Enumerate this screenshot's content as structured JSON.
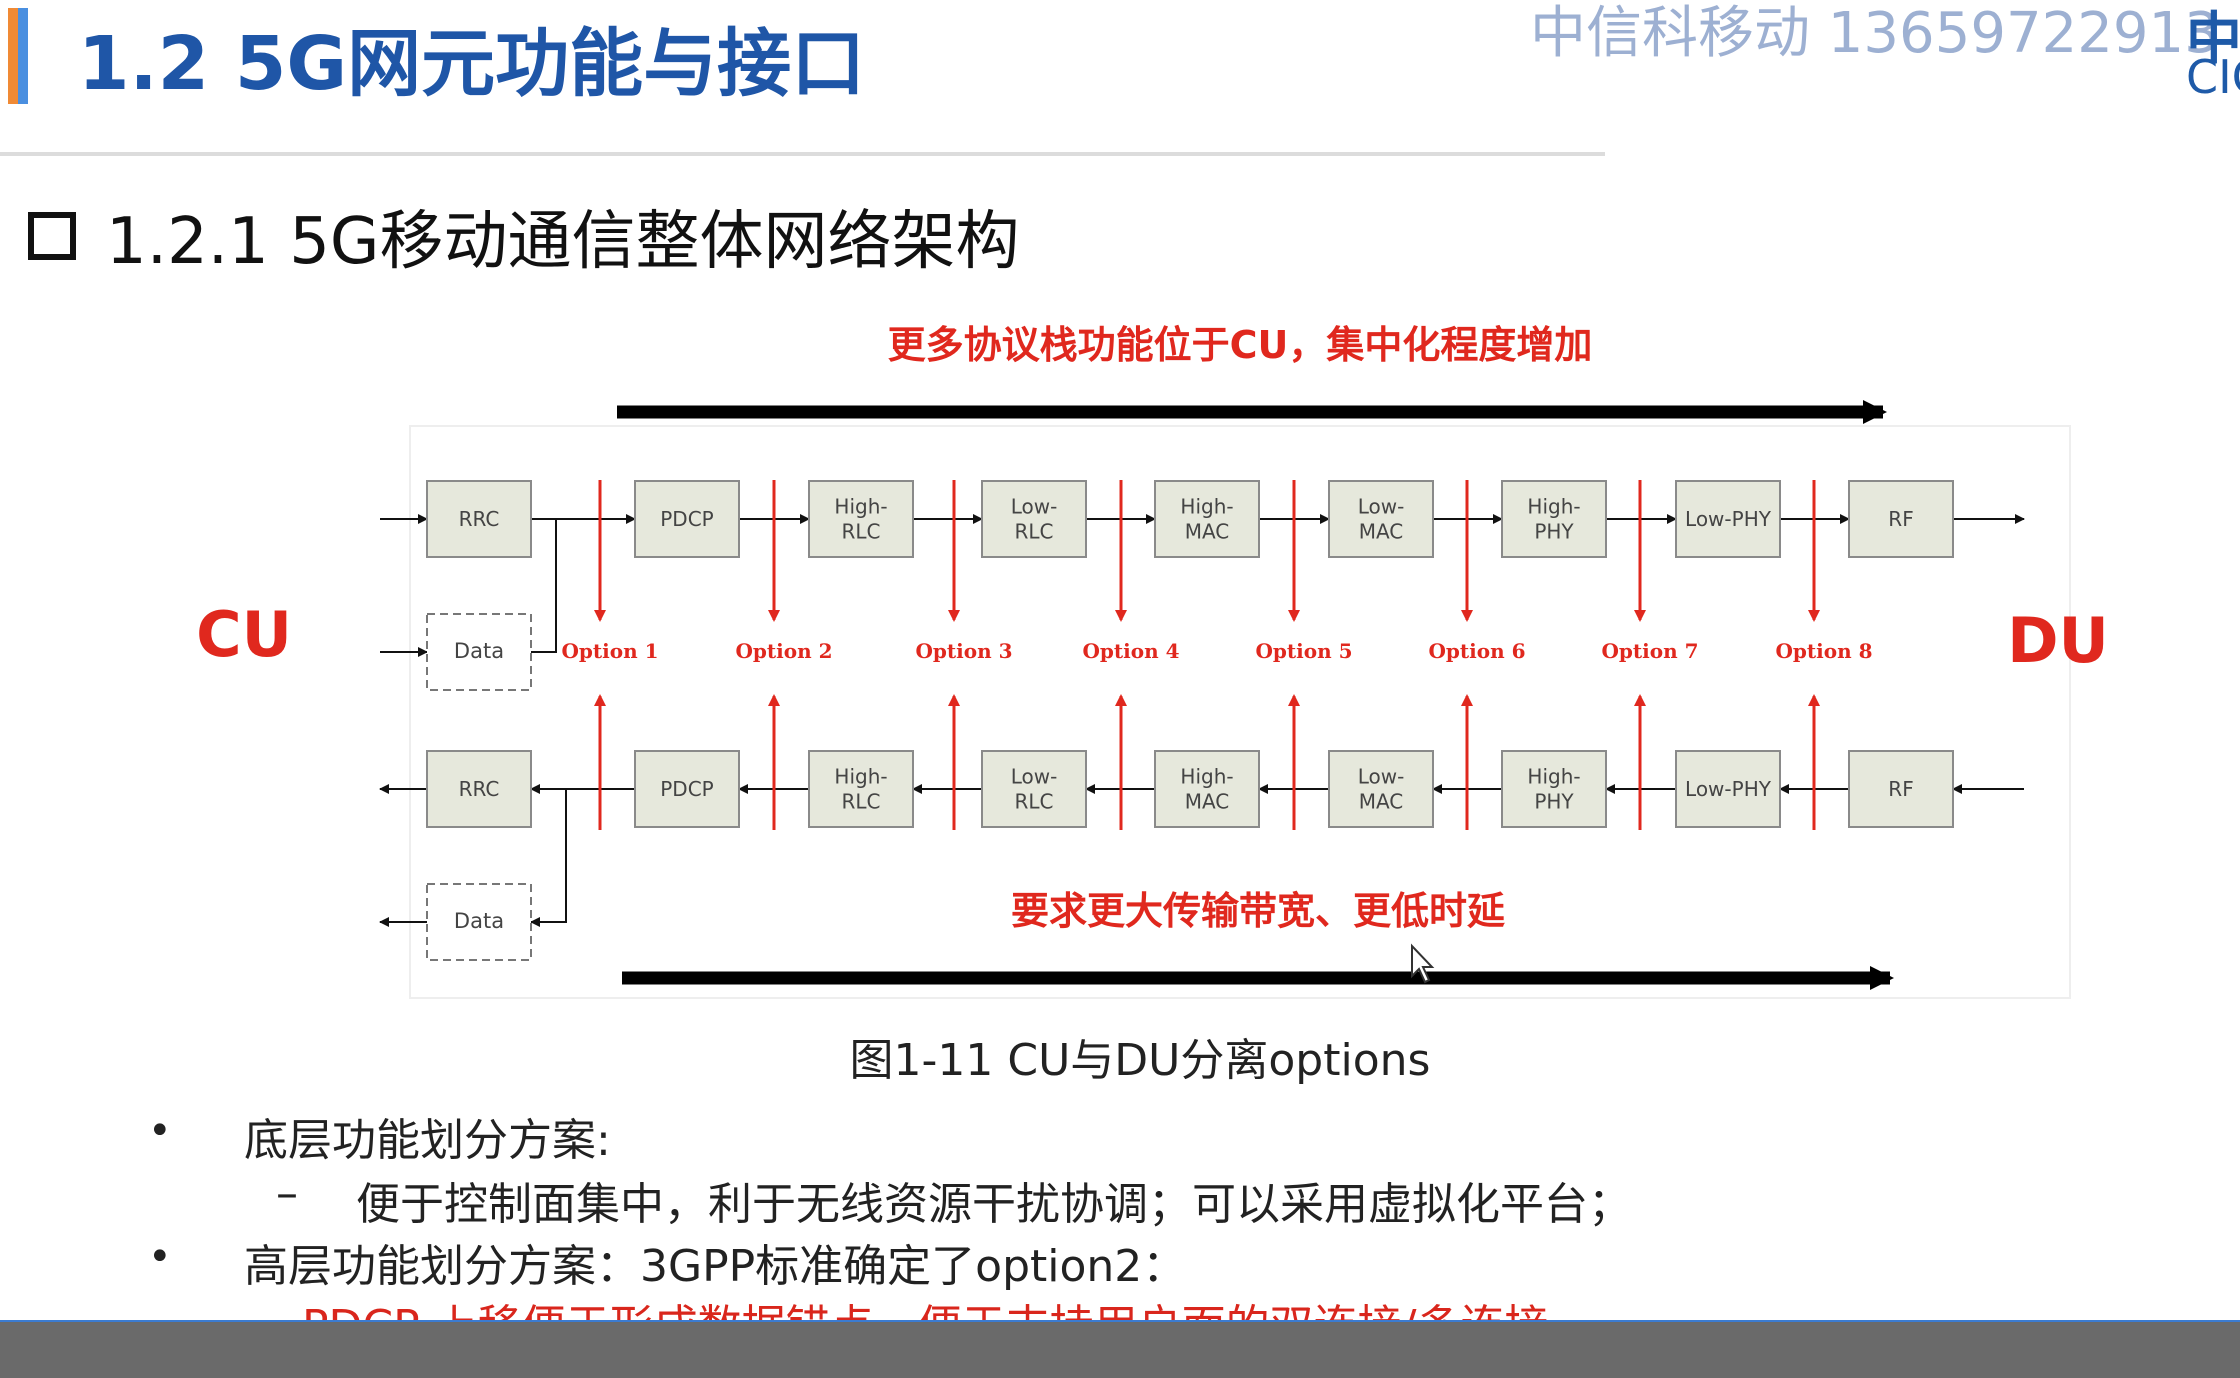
{
  "slide": {
    "title": "1.2 5G网元功能与接口",
    "watermark": "中信科移动 13659722913",
    "logo_cn": "中信",
    "logo_en": "CIC",
    "section_heading": "1.2.1 5G移动通信整体网络架构"
  },
  "diagram": {
    "top_annotation": "更多协议栈功能位于CU，集中化程度增加",
    "bottom_annotation": "要求更大传输带宽、更低时延",
    "cu_label": "CU",
    "du_label": "DU",
    "top_row_blocks": [
      "RRC",
      "PDCP",
      "High-\nRLC",
      "Low-\nRLC",
      "High-\nMAC",
      "Low-\nMAC",
      "High-\nPHY",
      "Low-PHY",
      "RF"
    ],
    "bottom_row_blocks": [
      "RRC",
      "PDCP",
      "High-\nRLC",
      "Low-\nRLC",
      "High-\nMAC",
      "Low-\nMAC",
      "High-\nPHY",
      "Low-PHY",
      "RF"
    ],
    "data_block_top": "Data",
    "data_block_bottom": "Data",
    "options": [
      "Option 1",
      "Option 2",
      "Option 3",
      "Option 4",
      "Option 5",
      "Option 6",
      "Option 7",
      "Option 8"
    ],
    "colors": {
      "red": "#e0281e",
      "block_fill": "#e6e8dc",
      "block_border": "#8a8a8a"
    }
  },
  "caption": "图1-11 CU与DU分离options",
  "bullets": {
    "b1": "底层功能划分方案:",
    "b1_sub": "便于控制面集中，利于无线资源干扰协调；可以采用虚拟化平台；",
    "b2": "高层功能划分方案：3GPP标准确定了option2：",
    "b2_sub": "PDCP 上移便于形成数据锚点，便于支持用户面的双连接/多连接",
    "dot": "•",
    "dash": "–"
  }
}
